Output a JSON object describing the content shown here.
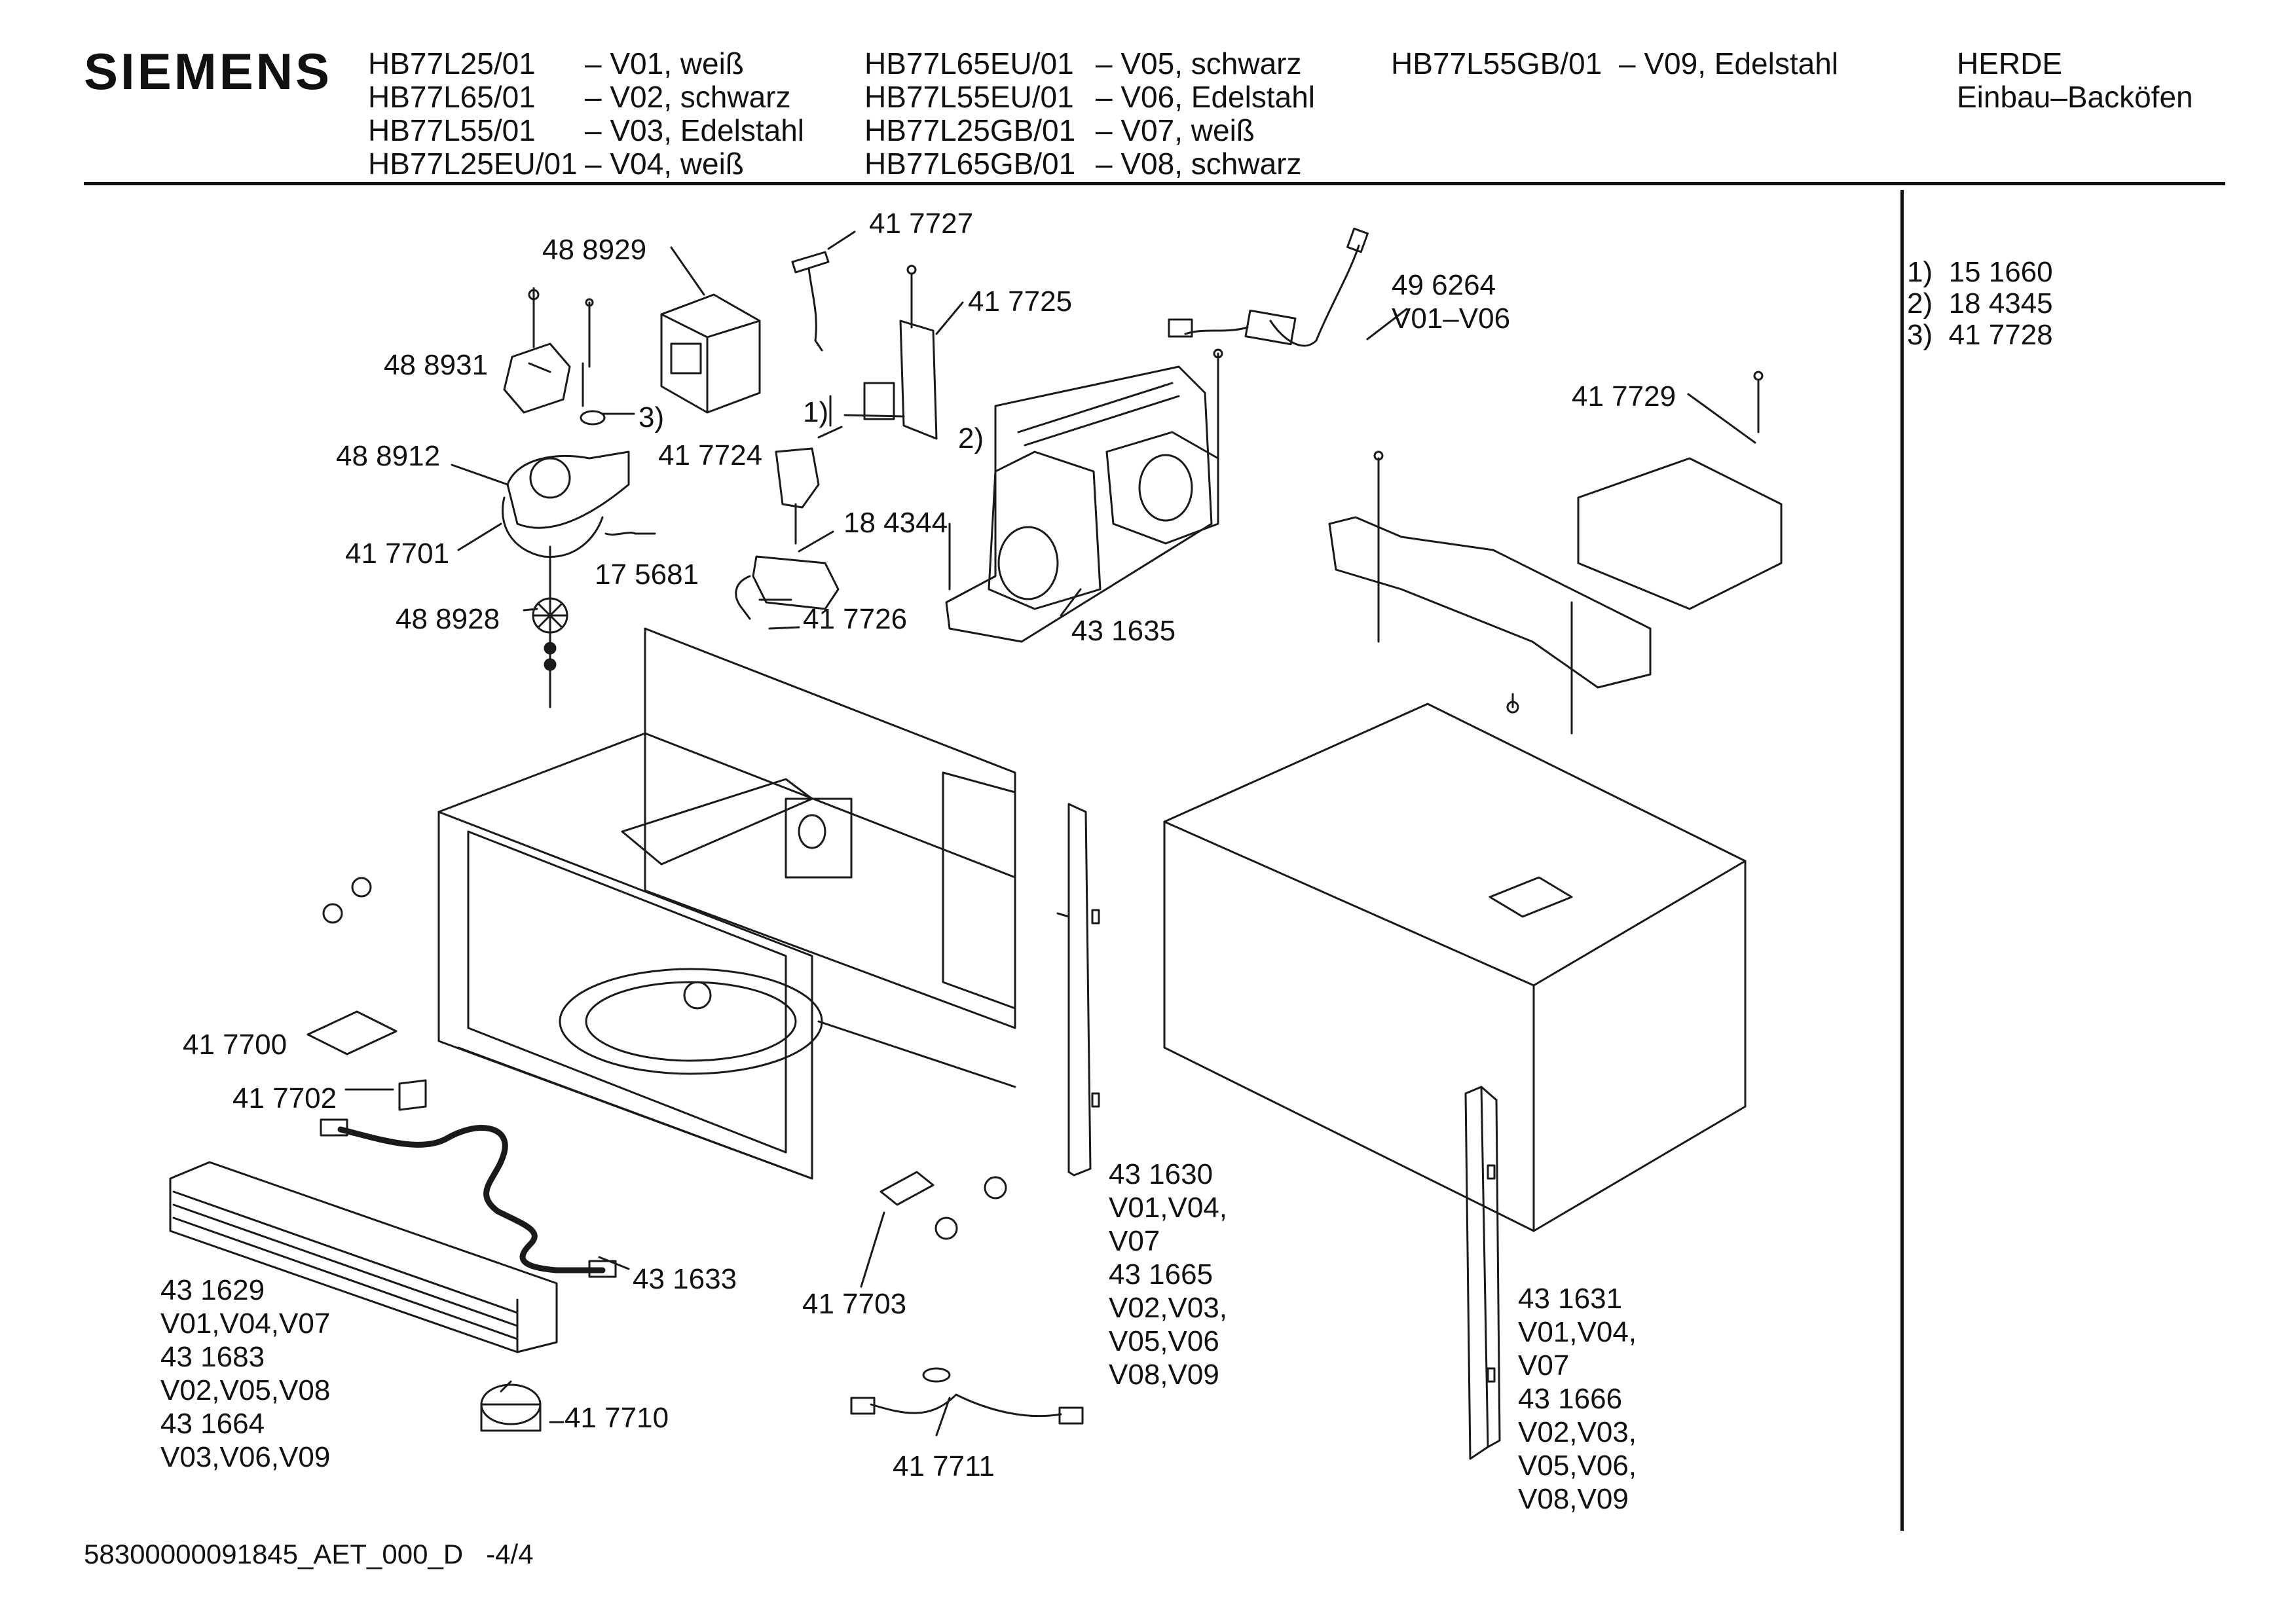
{
  "brand": "SIEMENS",
  "models": {
    "col1": [
      {
        "model": "HB77L25/01",
        "variant": "– V01, weiß"
      },
      {
        "model": "HB77L65/01",
        "variant": "– V02, schwarz"
      },
      {
        "model": "HB77L55/01",
        "variant": "– V03, Edelstahl"
      },
      {
        "model": "HB77L25EU/01",
        "variant": "– V04, weiß"
      }
    ],
    "col2": [
      {
        "model": "HB77L65EU/01",
        "variant": "– V05, schwarz"
      },
      {
        "model": "HB77L55EU/01",
        "variant": "– V06, Edelstahl"
      },
      {
        "model": "HB77L25GB/01",
        "variant": "– V07, weiß"
      },
      {
        "model": "HB77L65GB/01",
        "variant": "– V08, schwarz"
      }
    ],
    "col3": [
      {
        "model": "HB77L55GB/01",
        "variant": "– V09, Edelstahl"
      }
    ]
  },
  "category": [
    "HERDE",
    "Einbau–Backöfen"
  ],
  "legend": [
    "1)  15 1660",
    "2)  18 4345",
    "3)  41 7728"
  ],
  "parts": {
    "p488929": "48 8929",
    "p417727": "41 7727",
    "p417725": "41 7725",
    "p496264": "49 6264\nV01–V06",
    "p488931": "48 8931",
    "ref3": "3)",
    "ref1": "1)",
    "ref2": "2)",
    "p488912": "48 8912",
    "p417724": "41 7724",
    "p184344": "18 4344",
    "p417729": "41 7729",
    "p417701": "41 7701",
    "p175681": "17 5681",
    "p488928": "48 8928",
    "p417726": "41 7726",
    "p431635": "43 1635",
    "p417700": "41 7700",
    "p417702": "41 7702",
    "p431630": "43 1630\nV01,V04,\nV07\n43 1665\nV02,V03,\nV05,V06\nV08,V09",
    "p431629": "43 1629\nV01,V04,V07\n43 1683\nV02,V05,V08\n43 1664\nV03,V06,V09",
    "p431633": "43 1633",
    "p417703": "41 7703",
    "p431631": "43 1631\nV01,V04,\nV07\n43 1666\nV02,V03,\nV05,V06,\nV08,V09",
    "p417710": "41 7710",
    "p417711": "41 7711"
  },
  "footer": "58300000091845_AET_000_D   -4/4"
}
